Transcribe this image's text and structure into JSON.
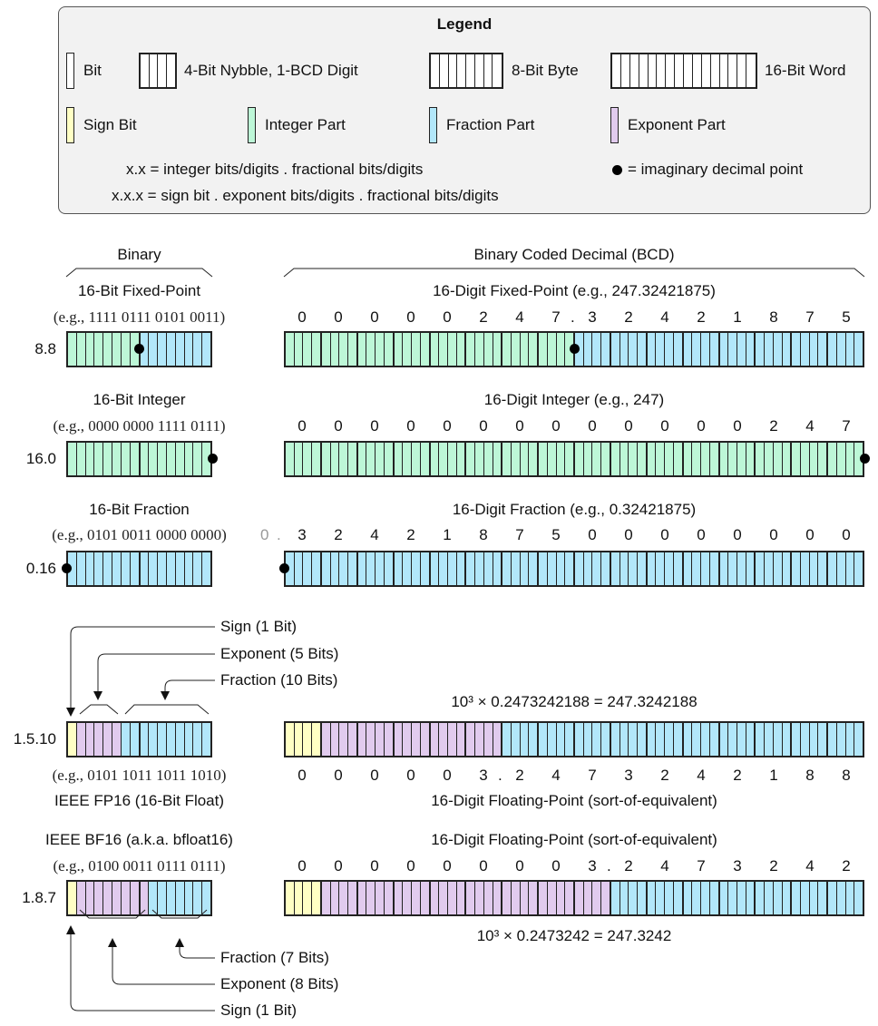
{
  "colors": {
    "sign": "#ffffc4",
    "integer": "#bdf7d7",
    "fraction": "#b2e7fa",
    "exponent": "#e1cbee",
    "plain": "#ffffff",
    "legend_bg": "#f2f2f2"
  },
  "legend": {
    "title": "Legend",
    "items": [
      {
        "label": "Bit",
        "bits": 1,
        "kind": "plain"
      },
      {
        "label": "4-Bit Nybble, 1-BCD Digit",
        "bits": 4,
        "kind": "plain"
      },
      {
        "label": "8-Bit Byte",
        "bits": 8,
        "kind": "plain"
      },
      {
        "label": "16-Bit Word",
        "bits": 16,
        "kind": "plain"
      },
      {
        "label": "Sign Bit",
        "bits": 1,
        "kind": "sign"
      },
      {
        "label": "Integer Part",
        "bits": 1,
        "kind": "integer"
      },
      {
        "label": "Fraction Part",
        "bits": 1,
        "kind": "fraction"
      },
      {
        "label": "Exponent Part",
        "bits": 1,
        "kind": "exponent"
      }
    ],
    "note1": "x.x = integer bits/digits . fractional bits/digits",
    "note2": "x.x.x = sign bit . exponent bits/digits . fractional bits/digits",
    "dot_note": "= imaginary decimal point"
  },
  "groups": {
    "binary": "Binary",
    "bcd": "Binary Coded Decimal (BCD)"
  },
  "rows": [
    {
      "format": "8.8",
      "binary": {
        "title": "16-Bit Fixed-Point",
        "example": "(e.g., 1111 0111 0101 0011)",
        "segments": [
          {
            "kind": "integer",
            "bits": 8
          },
          {
            "kind": "fraction",
            "bits": 8
          }
        ],
        "point_after_bits": 8
      },
      "bcd": {
        "title": "16-Digit Fixed-Point (e.g., 247.32421875)",
        "digits": [
          "0",
          "0",
          "0",
          "0",
          "0",
          "2",
          "4",
          "7",
          "3",
          "2",
          "4",
          "2",
          "1",
          "8",
          "7",
          "5"
        ],
        "segments": [
          {
            "kind": "integer",
            "digits": 8
          },
          {
            "kind": "fraction",
            "digits": 8
          }
        ],
        "point_after_digits": 8
      }
    },
    {
      "format": "16.0",
      "binary": {
        "title": "16-Bit Integer",
        "example": "(e.g., 0000 0000 1111 0111)",
        "segments": [
          {
            "kind": "integer",
            "bits": 16
          }
        ],
        "point_after_bits": 16
      },
      "bcd": {
        "title": "16-Digit Integer (e.g., 247)",
        "digits": [
          "0",
          "0",
          "0",
          "0",
          "0",
          "0",
          "0",
          "0",
          "0",
          "0",
          "0",
          "0",
          "0",
          "2",
          "4",
          "7"
        ],
        "segments": [
          {
            "kind": "integer",
            "digits": 16
          }
        ],
        "point_after_digits": 16
      }
    },
    {
      "format": "0.16",
      "binary": {
        "title": "16-Bit Fraction",
        "example": "(e.g., 0101 0011 0000 0000)",
        "segments": [
          {
            "kind": "fraction",
            "bits": 16
          }
        ],
        "point_after_bits": 0
      },
      "bcd": {
        "title": "16-Digit Fraction (e.g., 0.32421875)",
        "leading": "0",
        "digits": [
          "3",
          "2",
          "4",
          "2",
          "1",
          "8",
          "7",
          "5",
          "0",
          "0",
          "0",
          "0",
          "0",
          "0",
          "0",
          "0"
        ],
        "segments": [
          {
            "kind": "fraction",
            "digits": 16
          }
        ],
        "point_after_digits": 0
      }
    },
    {
      "format": "1.5.10",
      "binary": {
        "title": "IEEE FP16 (16-Bit Float)",
        "example": "(e.g., 0101 1011 1011 1010)",
        "segments": [
          {
            "kind": "sign",
            "bits": 1
          },
          {
            "kind": "exponent",
            "bits": 5
          },
          {
            "kind": "fraction",
            "bits": 10
          }
        ],
        "callouts": [
          "Sign (1 Bit)",
          "Exponent (5 Bits)",
          "Fraction (10 Bits)"
        ]
      },
      "bcd": {
        "title": "16-Digit Floating-Point (sort-of-equivalent)",
        "formula": "10³ × 0.2473242188 = 247.3242188",
        "digits": [
          "0",
          "0",
          "0",
          "0",
          "0",
          "3",
          "2",
          "4",
          "7",
          "3",
          "2",
          "4",
          "2",
          "1",
          "8",
          "8"
        ],
        "segments": [
          {
            "kind": "sign",
            "digits": 1
          },
          {
            "kind": "exponent",
            "digits": 5
          },
          {
            "kind": "fraction",
            "digits": 10
          }
        ],
        "point_after_digits": 6
      }
    },
    {
      "format": "1.8.7",
      "binary": {
        "title": "IEEE BF16 (a.k.a. bfloat16)",
        "example": "(e.g., 0100 0011 0111 0111)",
        "segments": [
          {
            "kind": "sign",
            "bits": 1
          },
          {
            "kind": "exponent",
            "bits": 8
          },
          {
            "kind": "fraction",
            "bits": 7
          }
        ],
        "callouts": [
          "Fraction (7 Bits)",
          "Exponent (8 Bits)",
          "Sign (1 Bit)"
        ]
      },
      "bcd": {
        "title": "16-Digit Floating-Point (sort-of-equivalent)",
        "formula": "10³ × 0.2473242 = 247.3242",
        "digits": [
          "0",
          "0",
          "0",
          "0",
          "0",
          "0",
          "0",
          "0",
          "3",
          "2",
          "4",
          "7",
          "3",
          "2",
          "4",
          "2"
        ],
        "segments": [
          {
            "kind": "sign",
            "digits": 1
          },
          {
            "kind": "exponent",
            "digits": 8
          },
          {
            "kind": "fraction",
            "digits": 7
          }
        ],
        "point_after_digits": 9
      }
    }
  ]
}
